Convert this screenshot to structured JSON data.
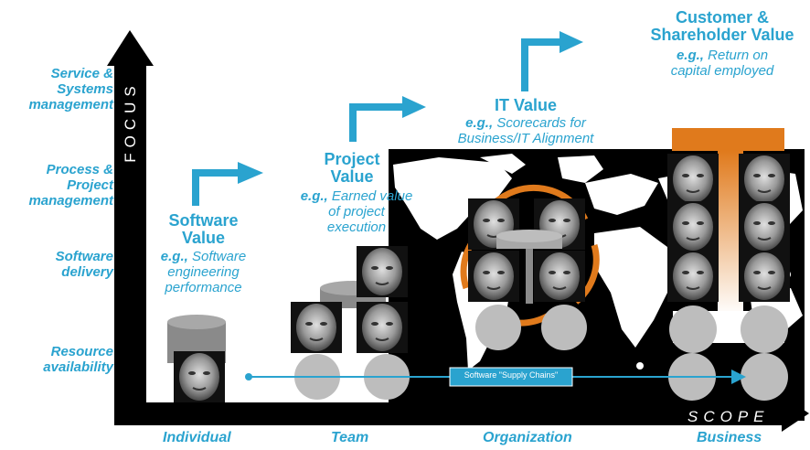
{
  "axes": {
    "y_title": "FOCUS",
    "x_title": "SCOPE",
    "y_levels": [
      {
        "line1": "Service &",
        "line2": "Systems",
        "line3": "management"
      },
      {
        "line1": "Process &",
        "line2": "Project",
        "line3": "management"
      },
      {
        "line1": "Software",
        "line2": "delivery",
        "line3": ""
      },
      {
        "line1": "Resource",
        "line2": "availability",
        "line3": ""
      }
    ],
    "x_levels": [
      "Individual",
      "Team",
      "Organization",
      "Business"
    ]
  },
  "stages": [
    {
      "title_line1": "Software",
      "title_line2": "Value",
      "eg": "e.g.,",
      "ex_line1": "Software",
      "ex_line2": "engineering",
      "ex_line3": "performance"
    },
    {
      "title_line1": "Project",
      "title_line2": "Value",
      "eg": "e.g.,",
      "ex_line1": "Earned value",
      "ex_line2": "of project",
      "ex_line3": "execution"
    },
    {
      "title_line1": "IT Value",
      "title_line2": "",
      "eg": "e.g.,",
      "ex_line1": "Scorecards for",
      "ex_line2": "Business/IT Alignment",
      "ex_line3": ""
    },
    {
      "title_line1": "Customer &",
      "title_line2": "Shareholder Value",
      "eg": "e.g.,",
      "ex_line1": "Return on",
      "ex_line2": "capital employed",
      "ex_line3": ""
    }
  ],
  "supply_chain_label": "Software \"Supply Chains\"",
  "colors": {
    "accent": "#2aa3cf",
    "axis": "#000000",
    "node": "#bdbdbd",
    "cylinder": "#8a8a8a",
    "orange": "#e07a1c"
  }
}
